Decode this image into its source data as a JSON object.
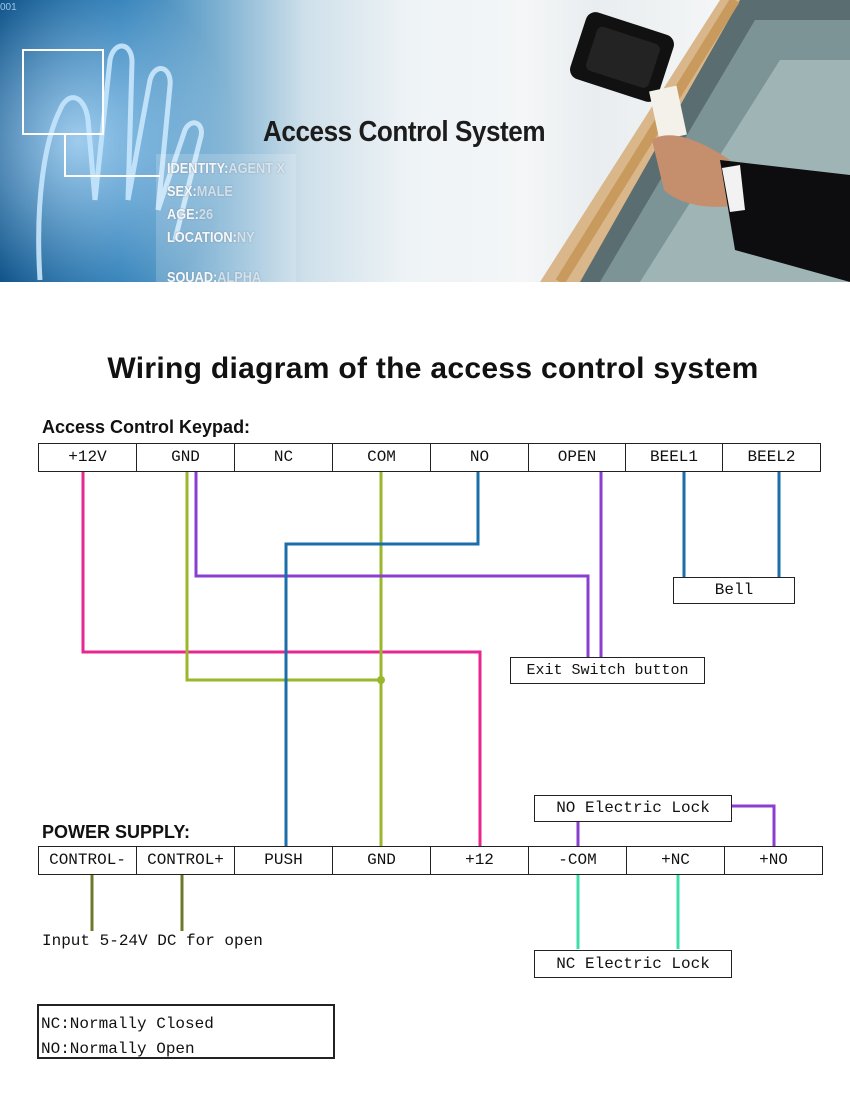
{
  "banner": {
    "title": "Access Control System",
    "code": "001",
    "id_card": [
      {
        "key": "IDENTITY:",
        "value": "AGENT X"
      },
      {
        "key": "SEX:",
        "value": "MALE"
      },
      {
        "key": "AGE:",
        "value": "26"
      },
      {
        "key": "LOCATION:",
        "value": "NY"
      },
      {
        "key": "SQUAD:",
        "value": "ALPHA"
      }
    ]
  },
  "diagram": {
    "title": "Wiring diagram of the access control system",
    "keypad": {
      "label": "Access Control Keypad:",
      "terminals": [
        "+12V",
        "GND",
        "NC",
        "COM",
        "NO",
        "OPEN",
        "BEEL1",
        "BEEL2"
      ]
    },
    "power_supply": {
      "label": "POWER SUPPLY:",
      "terminals": [
        "CONTROL-",
        "CONTROL+",
        "PUSH",
        "GND",
        "+12",
        "-COM",
        "+NC",
        "+NO"
      ]
    },
    "components": {
      "bell": "Bell",
      "exit_switch": "Exit Switch button",
      "no_lock": "NO Electric Lock",
      "nc_lock": "NC Electric Lock",
      "input_note": "Input 5-24V DC for open"
    },
    "legend": [
      "NC:Normally Closed",
      "NO:Normally Open"
    ],
    "wire_colors": {
      "power": "#e8268f",
      "ground": "#9ab72c",
      "signal": "#1b6ea8",
      "open": "#8a3fd1",
      "lock": "#3fe0a8",
      "control": "#6b7a2a"
    }
  }
}
